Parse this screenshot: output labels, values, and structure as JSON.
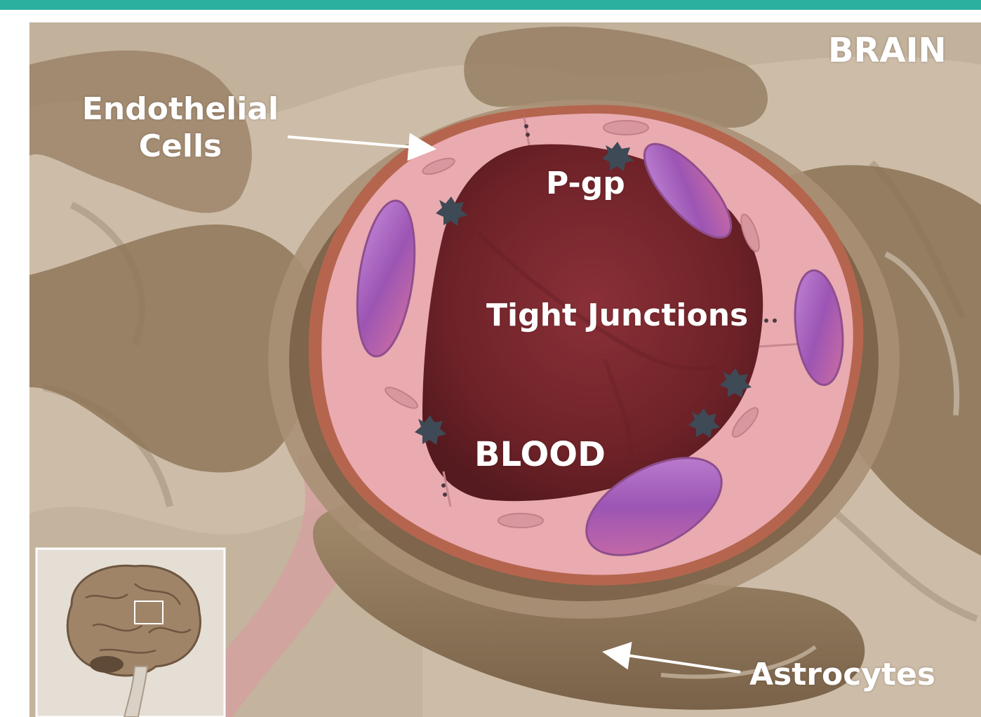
{
  "labels": {
    "brain": "BRAIN",
    "endothelial_line1": "Endothelial",
    "endothelial_line2": "Cells",
    "pgp": "P-gp",
    "tight_junctions": "Tight Junctions",
    "blood": "BLOOD",
    "astrocytes": "Astrocytes"
  },
  "colors": {
    "top_bar": "#2BB0A0",
    "background_tissue": "#C9B8A3",
    "astrocyte": "#8C7458",
    "endothelium": "#E9AAB0",
    "blood": "#7A2A30",
    "nucleus": "#A060B8",
    "pgp_transporter": "#3E4A55",
    "label_text": "#FFFFFF"
  },
  "icons": {
    "pgp_transporter": "pgp-transporter-icon",
    "nucleus": "cell-nucleus-icon",
    "brain_inset": "brain-inset-icon"
  }
}
